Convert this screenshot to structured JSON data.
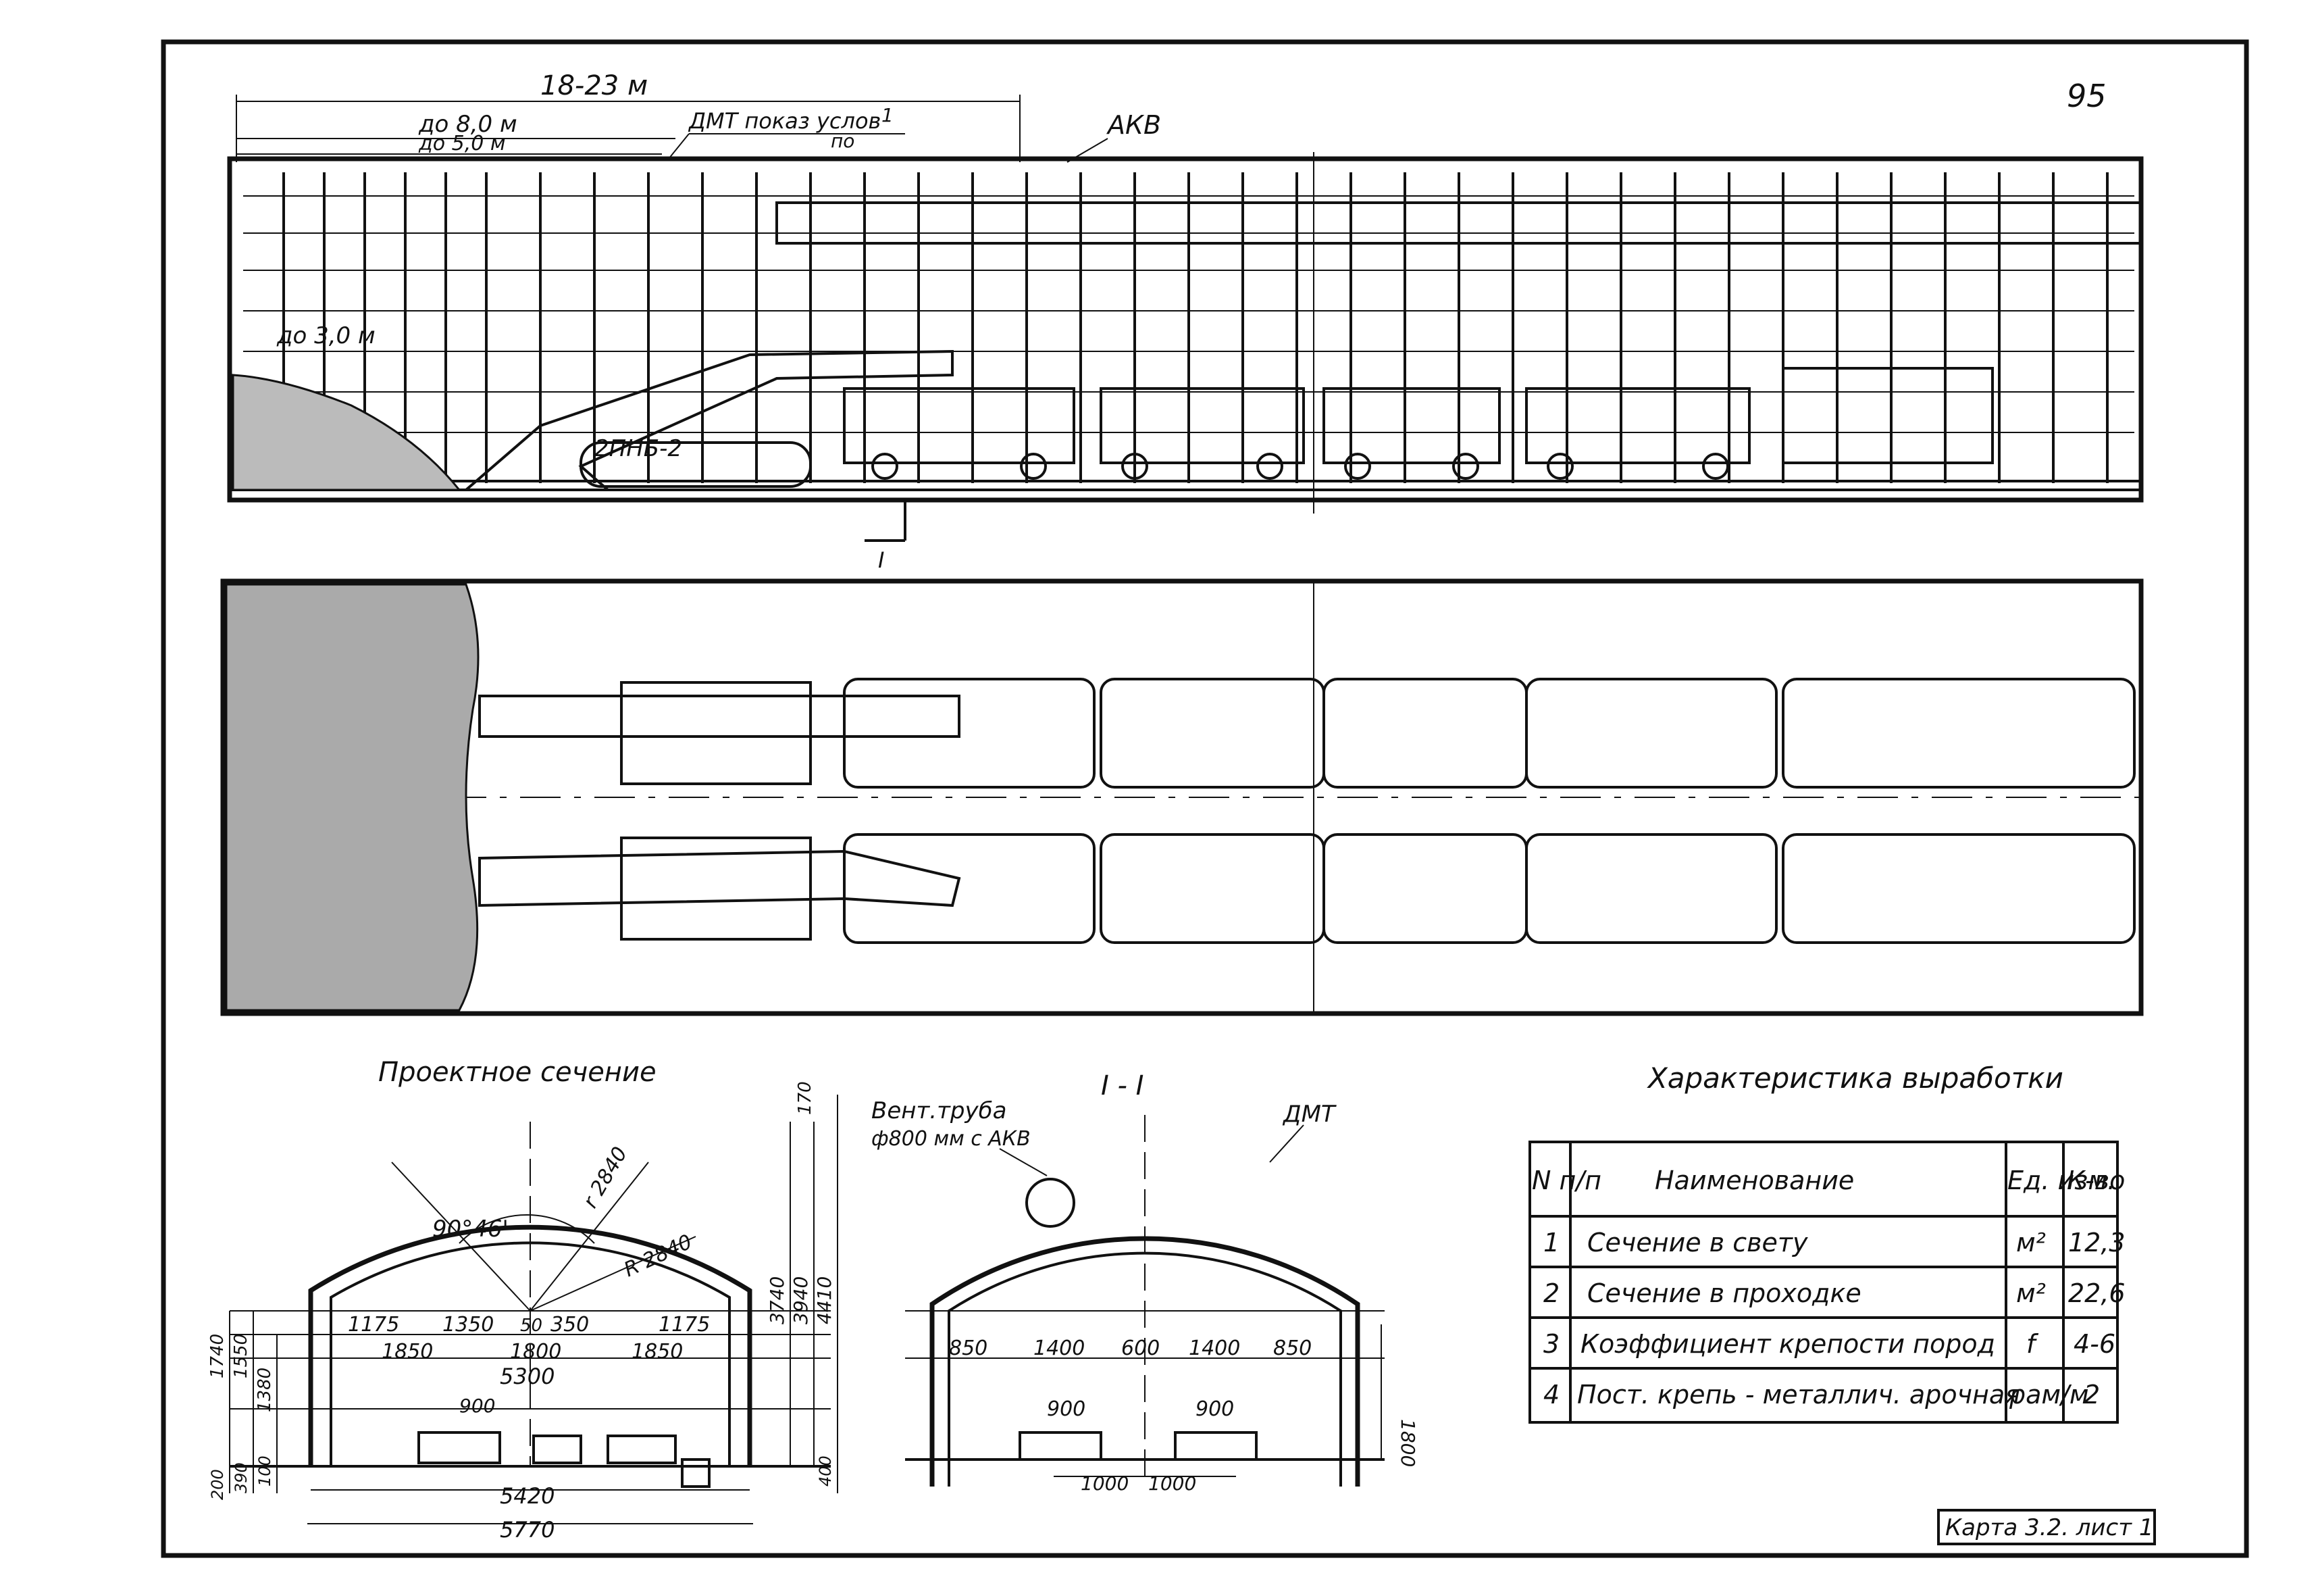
{
  "page_number": "95",
  "longitudinal": {
    "dim_total": "18-23 м",
    "dim_8m": "до 8,0 м",
    "dim_5m": "до 5,0 м",
    "dim_3m": "до 3,0 м",
    "dmt_label": "ДМТ показ услов",
    "dmt_fraction": "1",
    "dmt_denominator": "по",
    "akv_label": "АКВ",
    "machine_label": "2ПНБ-2",
    "cut_label": "I"
  },
  "section_design": {
    "title": "Проектное сечение",
    "angle": "90°46'",
    "radius_1": "r 2840",
    "radius_2": "R 2840",
    "dims_top": [
      "1175",
      "1350",
      "50",
      "350",
      "1175"
    ],
    "dims_mid": [
      "1850",
      "1800",
      "1850"
    ],
    "width_inner": "5300",
    "rail_gauge": "900",
    "width_5420": "5420",
    "width_5770": "5770",
    "heights_left": [
      "1740",
      "1550",
      "1380",
      "200",
      "390",
      "100"
    ],
    "heights_right": [
      "170",
      "3740",
      "3940",
      "4410",
      "400"
    ]
  },
  "section_i": {
    "title": "I - I",
    "pipe_label_1": "Вент.труба",
    "pipe_label_2": "ф800 мм с АКВ",
    "dmt_label": "ДМТ",
    "dims_top": [
      "850",
      "1400",
      "600",
      "1400",
      "850"
    ],
    "rail_gauge_left": "900",
    "rail_gauge_right": "900",
    "dims_bottom": [
      "1000",
      "1000"
    ],
    "height_right": "1800"
  },
  "table": {
    "title": "Характеристика выработки",
    "headers": {
      "num": "N п/п",
      "name": "Наименование",
      "unit": "Ед. изм.",
      "qty": "К-во"
    },
    "rows": [
      {
        "num": "1",
        "name": "Сечение в свету",
        "unit": "м²",
        "qty": "12,3"
      },
      {
        "num": "2",
        "name": "Сечение в проходке",
        "unit": "м²",
        "qty": "22,6"
      },
      {
        "num": "3",
        "name": "Коэффициент крепости пород",
        "unit": "f",
        "qty": "4-6"
      },
      {
        "num": "4",
        "name": "Пост. крепь - металлич. арочная",
        "unit": "рам/м",
        "qty": "2"
      }
    ]
  },
  "sheet_label": "Карта 3.2. лист 1"
}
